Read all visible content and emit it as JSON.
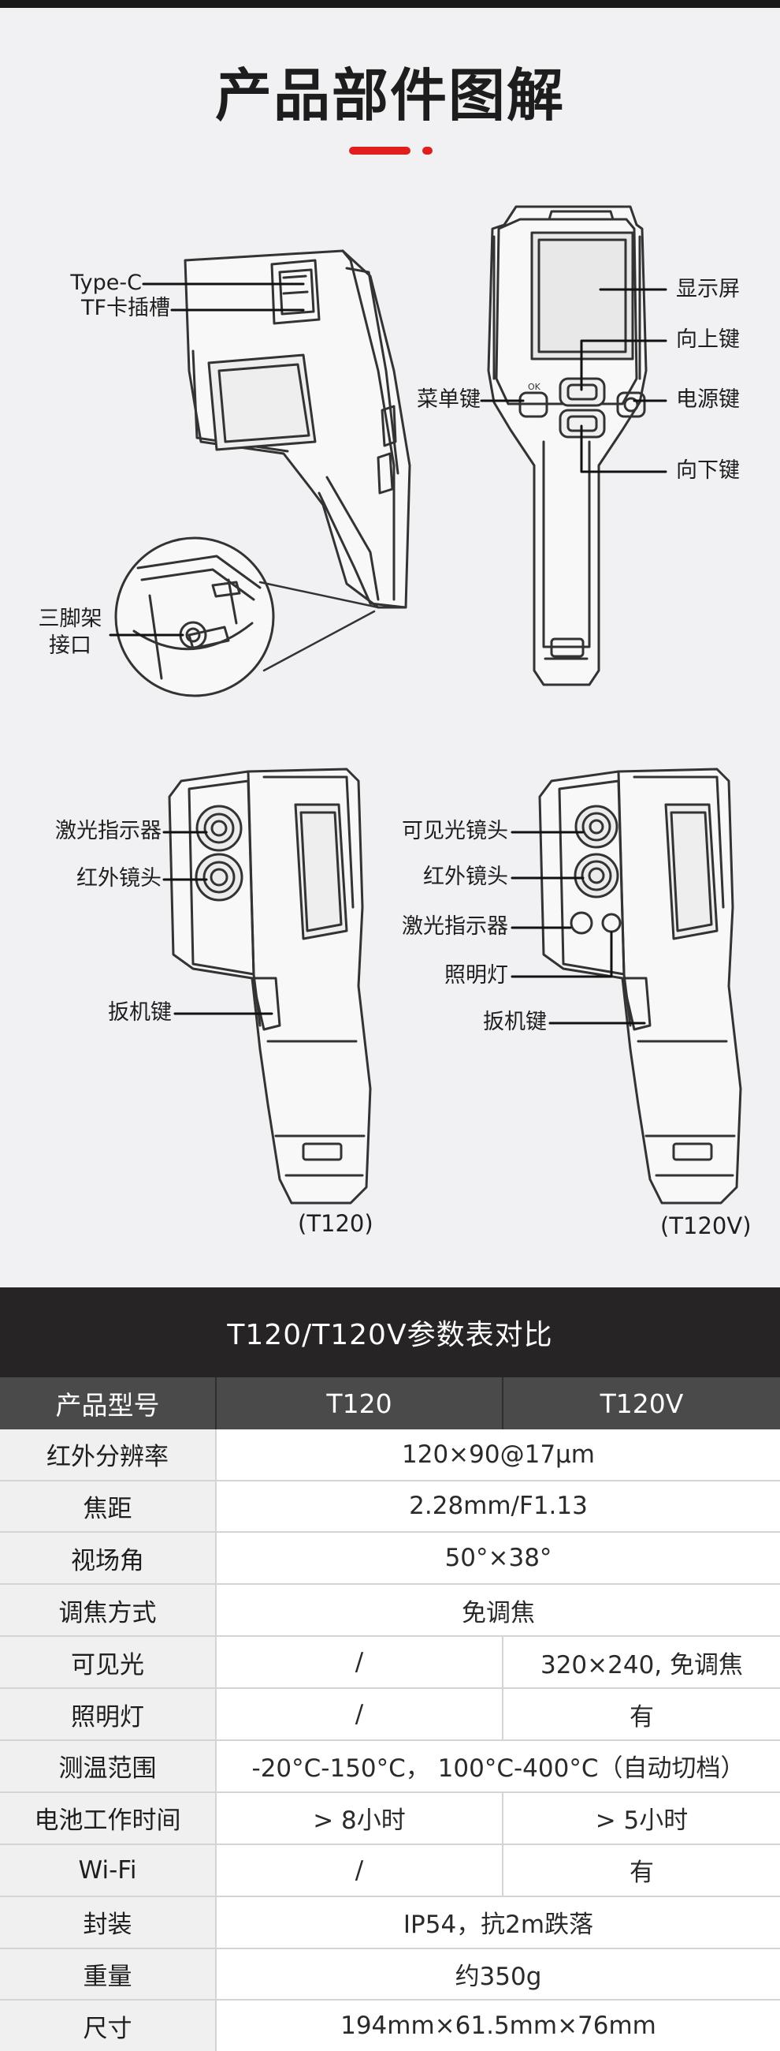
{
  "title": "产品部件图解",
  "labels": {
    "type_c": "Type-C",
    "tf_slot": "TF卡插槽",
    "tripod_line1": "三脚架",
    "tripod_line2": "接口",
    "display": "显示屏",
    "up_key": "向上键",
    "menu_key": "菜单键",
    "power_key": "电源键",
    "down_key": "向下键",
    "t120_laser": "激光指示器",
    "t120_ir_lens": "红外镜头",
    "t120_trigger": "扳机键",
    "t120v_visible_lens": "可见光镜头",
    "t120v_ir_lens": "红外镜头",
    "t120v_laser": "激光指示器",
    "t120v_light": "照明灯",
    "t120v_trigger": "扳机键",
    "model_t120": "(T120)",
    "model_t120v": "(T120V)",
    "ok_text": "OK"
  },
  "spec": {
    "header": "T120/T120V参数表对比",
    "columns": [
      "产品型号",
      "T120",
      "T120V"
    ],
    "rows": [
      {
        "name": "红外分辨率",
        "merged": true,
        "value": "120×90@17μm"
      },
      {
        "name": "焦距",
        "merged": true,
        "value": "2.28mm/F1.13"
      },
      {
        "name": "视场角",
        "merged": true,
        "value": "50°×38°"
      },
      {
        "name": "调焦方式",
        "merged": true,
        "value": "免调焦"
      },
      {
        "name": "可见光",
        "merged": false,
        "t120": "/",
        "t120v": "320×240, 免调焦"
      },
      {
        "name": "照明灯",
        "merged": false,
        "t120": "/",
        "t120v": "有"
      },
      {
        "name": "测温范围",
        "merged": true,
        "value": "-20°C-150°C， 100°C-400°C（自动切档）"
      },
      {
        "name": "电池工作时间",
        "merged": false,
        "t120": "> 8小时",
        "t120v": "> 5小时"
      },
      {
        "name": "Wi-Fi",
        "merged": false,
        "t120": "/",
        "t120v": "有"
      },
      {
        "name": "封装",
        "merged": true,
        "value": "IP54，抗2m跌落"
      },
      {
        "name": "重量",
        "merged": true,
        "value": "约350g"
      },
      {
        "name": "尺寸",
        "merged": true,
        "value": "194mm×61.5mm×76mm"
      }
    ]
  },
  "colors": {
    "accent": "#e01e1e",
    "header_bg": "#262424",
    "table_head_bg": "#4a4a4a",
    "row_head_bg": "#f0f0f0"
  }
}
